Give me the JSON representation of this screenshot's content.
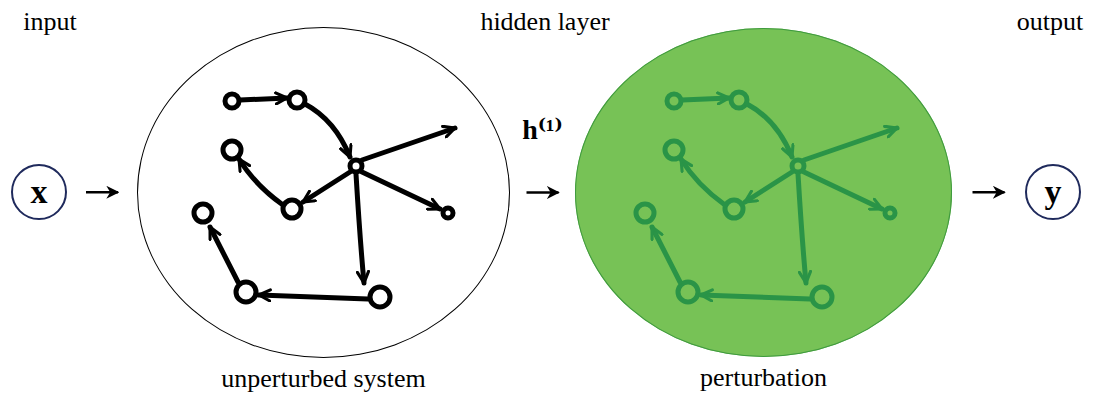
{
  "diagram": {
    "nodes": [
      {
        "text": [
          "x"
        ]
      },
      {
        "text": [
          "unperturbed system"
        ]
      },
      {
        "text": [
          "perturbation"
        ]
      },
      {
        "text": [
          "y"
        ]
      }
    ],
    "edges": [
      {
        "from": 0,
        "to": 1,
        "arrow": "to"
      },
      {
        "from": 1,
        "to": 2,
        "label": "h⁽¹⁾",
        "arrow": "to"
      },
      {
        "from": 2,
        "to": 3,
        "arrow": "to"
      }
    ],
    "labels": [
      "input",
      "hidden layer",
      "output"
    ]
  }
}
